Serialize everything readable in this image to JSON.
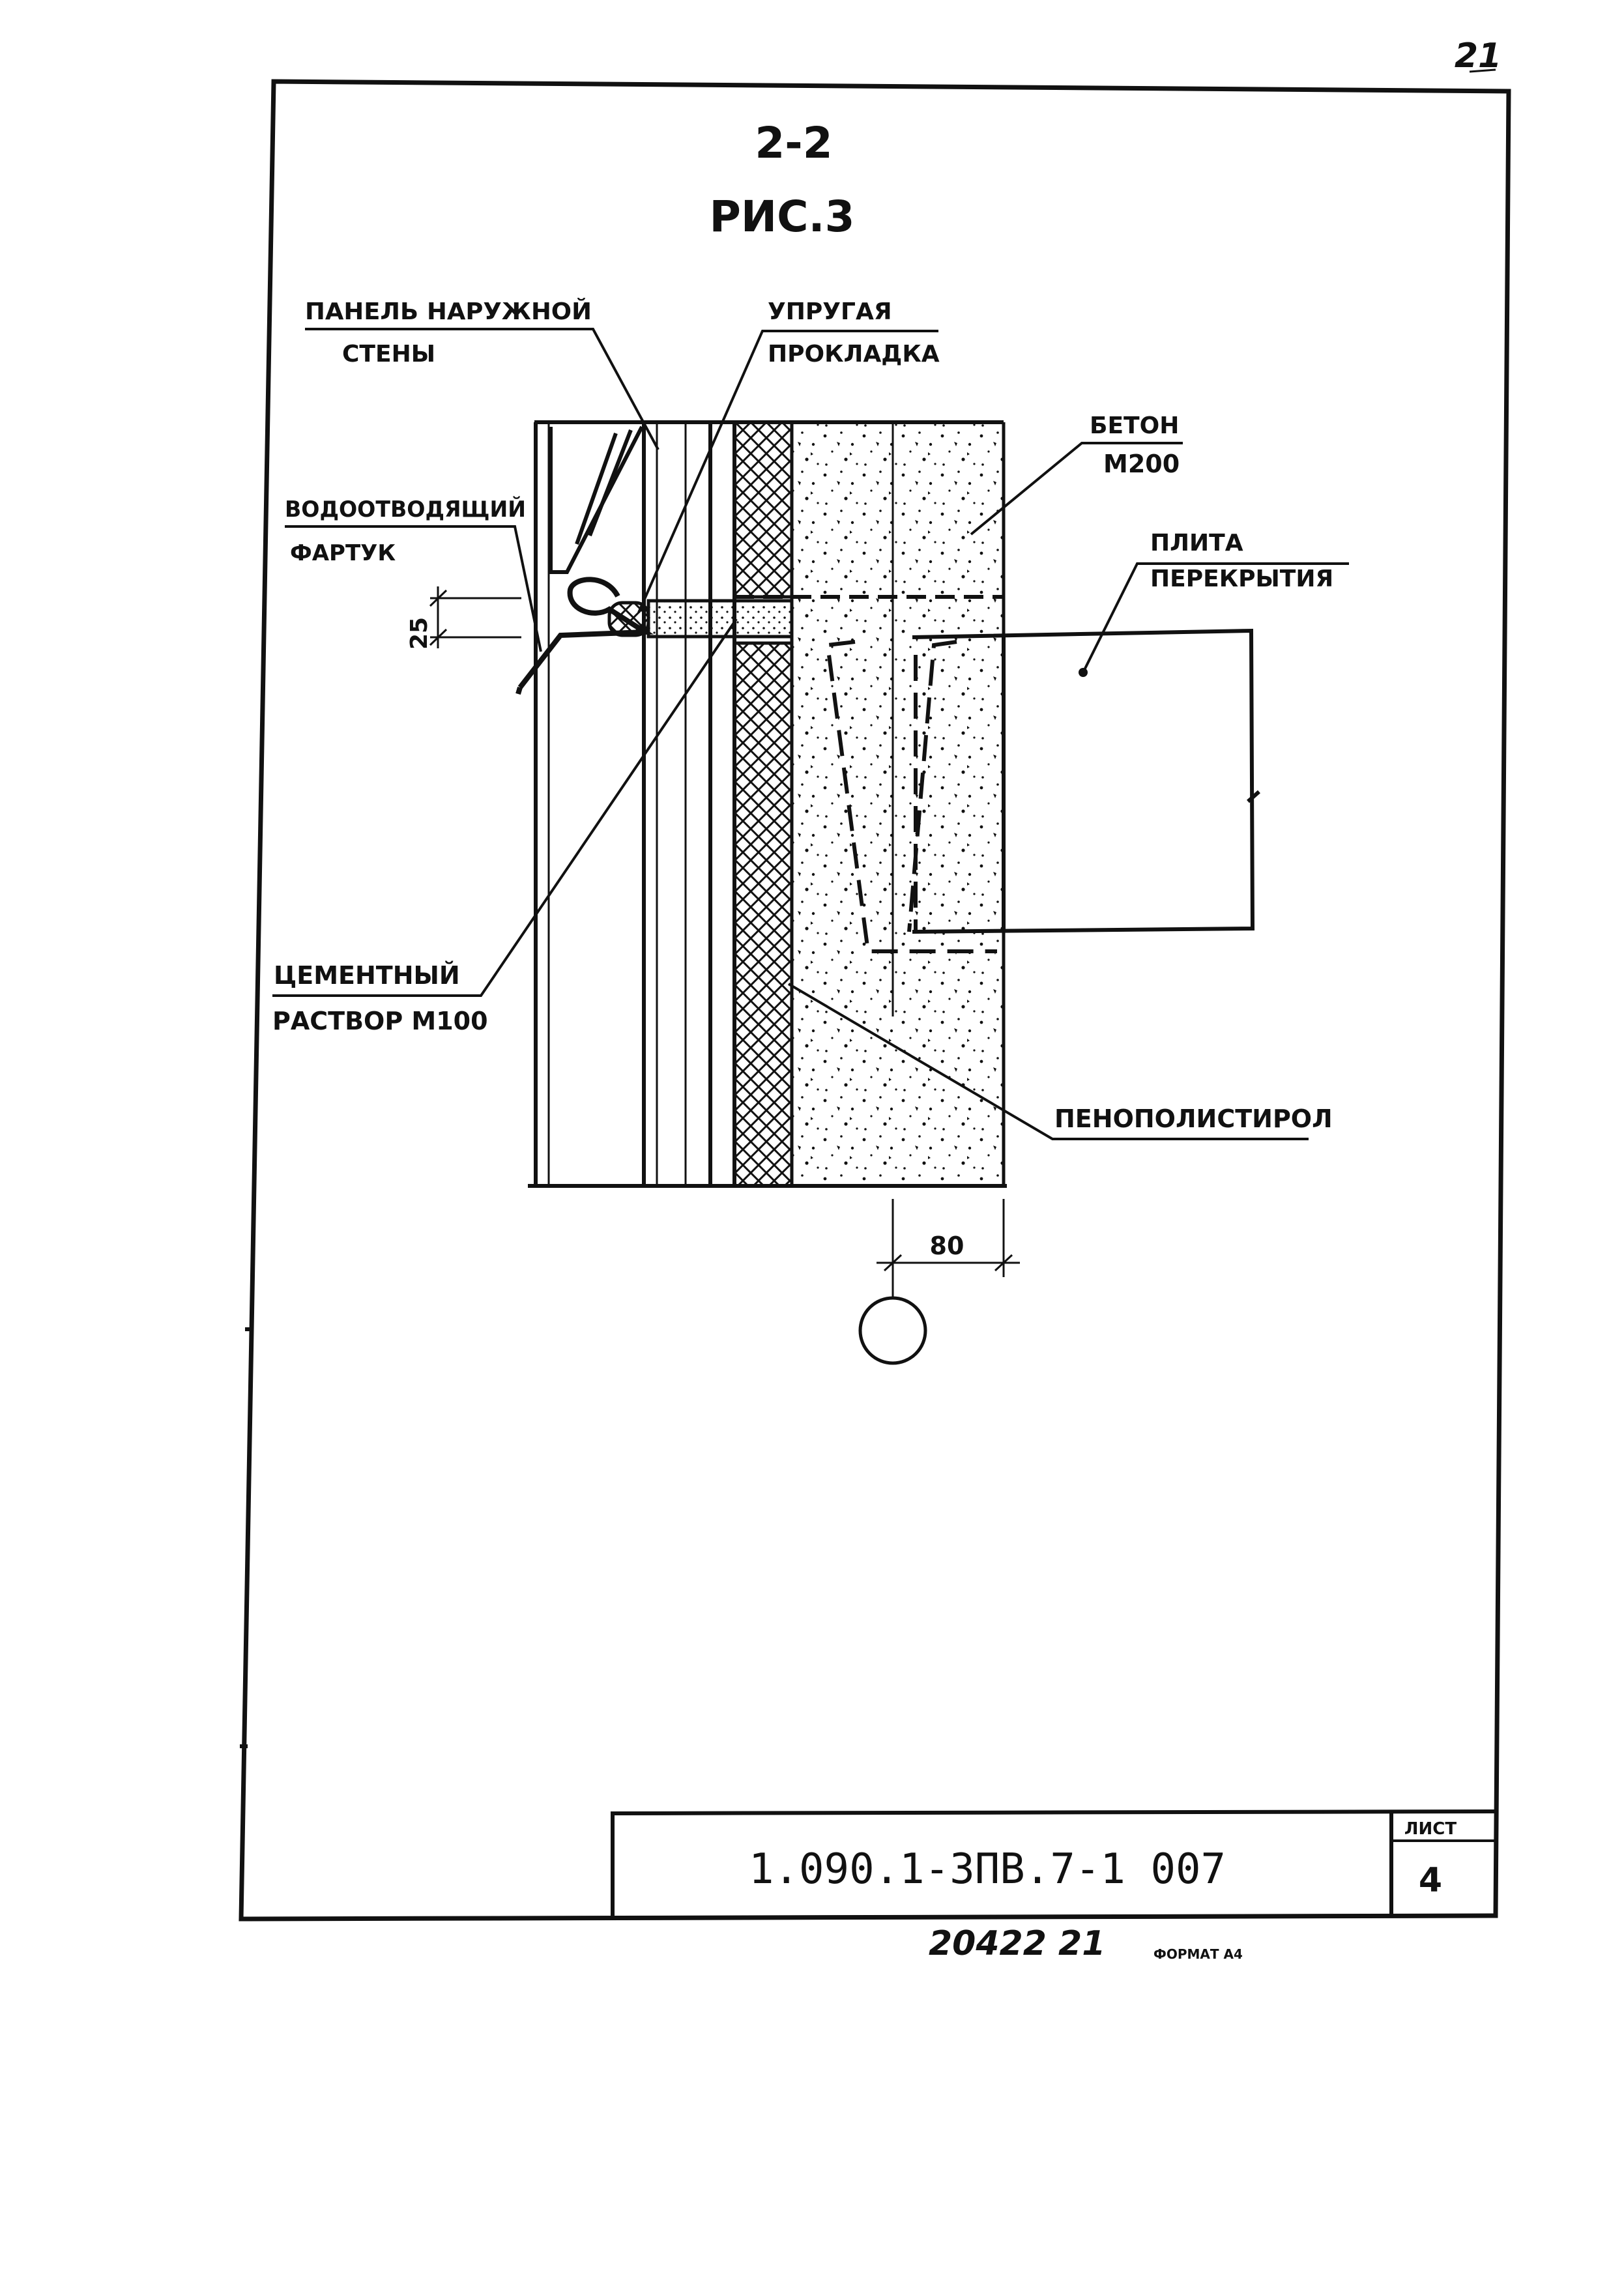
{
  "page": {
    "corner_mark": "21",
    "section_label": "2-2",
    "figure_label": "РИС.3",
    "format_label": "ФОРМАТ А4",
    "archive_number": "20422 21"
  },
  "callouts": {
    "outer_panel": {
      "line1": "ПАНЕЛЬ НАРУЖНОЙ",
      "line2": "СТЕНЫ"
    },
    "elastic_gasket": {
      "line1": "УПРУГАЯ",
      "line2": "ПРОКЛАДКА"
    },
    "concrete": {
      "line1": "БЕТОН",
      "line2": "М200"
    },
    "drip_apron": {
      "line1": "ВОДООТВОДЯЩИЙ",
      "line2": "ФАРТУК"
    },
    "floor_slab": {
      "line1": "ПЛИТА",
      "line2": "ПЕРЕКРЫТИЯ"
    },
    "cement_mortar": {
      "line1": "ЦЕМЕНТНЫЙ",
      "line2": "РАСТВОР М100"
    },
    "polystyrene": {
      "line1": "ПЕНОПОЛИСТИРОЛ"
    }
  },
  "dimensions": {
    "joint_height": "25",
    "concrete_offset": "80"
  },
  "title_block": {
    "document_code": "1.090.1-3ПВ.7-1 007",
    "sheet_label": "ЛИСТ",
    "sheet_number": "4"
  }
}
